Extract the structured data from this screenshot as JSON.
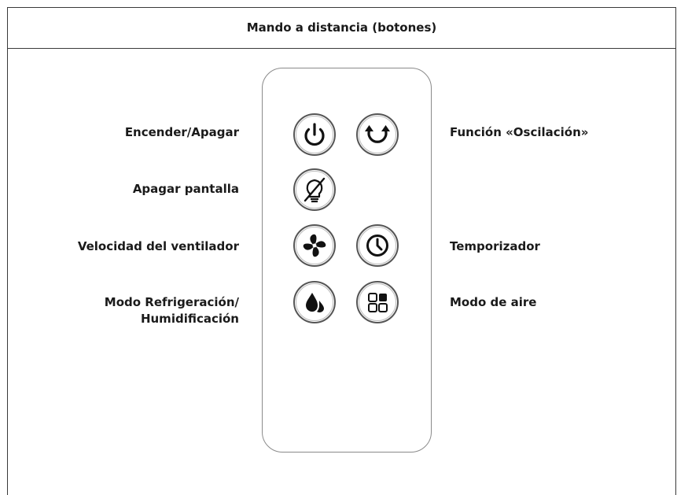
{
  "title": "Mando a distancia (botones)",
  "labels": {
    "power": "Encender/Apagar",
    "display_off": "Apagar pantalla",
    "fan_speed": "Velocidad del ventilador",
    "cooling_line1": "Modo Refrigeración/",
    "cooling_line2": "Humidificación",
    "oscillation": "Función «Oscilación»",
    "timer": "Temporizador",
    "air_mode": "Modo de aire"
  },
  "buttons": [
    {
      "id": "power",
      "icon": "power-icon"
    },
    {
      "id": "oscillation",
      "icon": "oscillation-icon"
    },
    {
      "id": "display_off",
      "icon": "display-off-icon"
    },
    {
      "id": "fan_speed",
      "icon": "fan-icon"
    },
    {
      "id": "timer",
      "icon": "timer-icon"
    },
    {
      "id": "cooling",
      "icon": "water-drop-icon"
    },
    {
      "id": "air_mode",
      "icon": "grid-icon"
    }
  ],
  "colors": {
    "border": "#3a3a3a",
    "button_ring": "#555555",
    "icon": "#111111",
    "remote_outline": "#8a8a8a"
  }
}
